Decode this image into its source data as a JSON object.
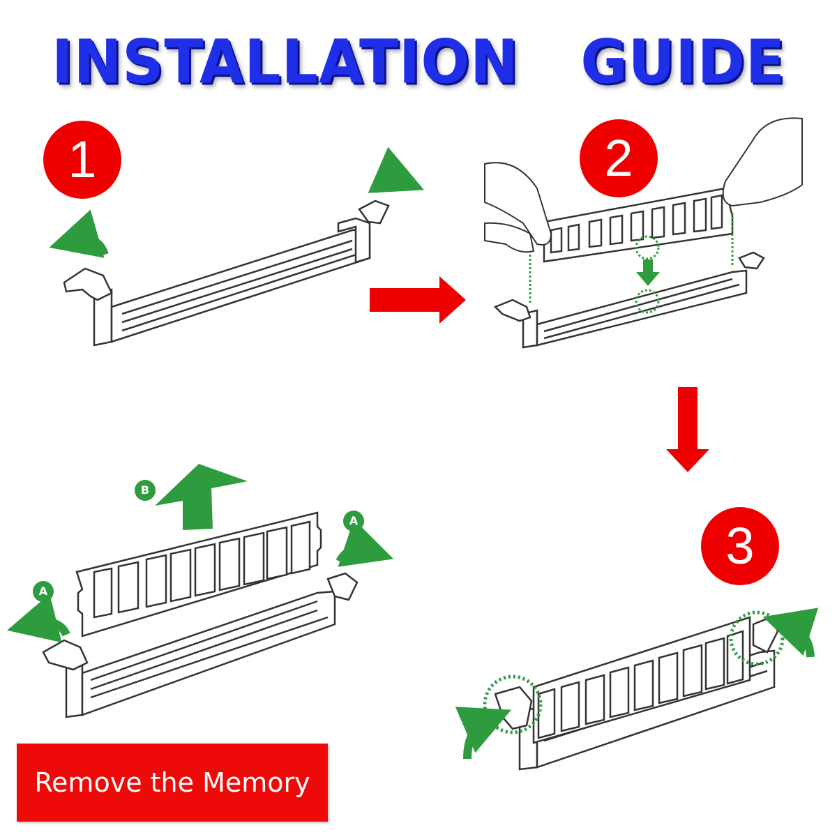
{
  "title": "INSTALLATION   GUIDE",
  "steps": [
    {
      "number": "1"
    },
    {
      "number": "2"
    },
    {
      "number": "3"
    }
  ],
  "labels": {
    "latch": "A",
    "lift": "B"
  },
  "remove_button": {
    "label": "Remove the Memory"
  },
  "colors": {
    "title_blue": "#1f2fe8",
    "step_red": "#ef0000",
    "arrow_green": "#2e9b3e",
    "flow_red": "#ee0000"
  }
}
